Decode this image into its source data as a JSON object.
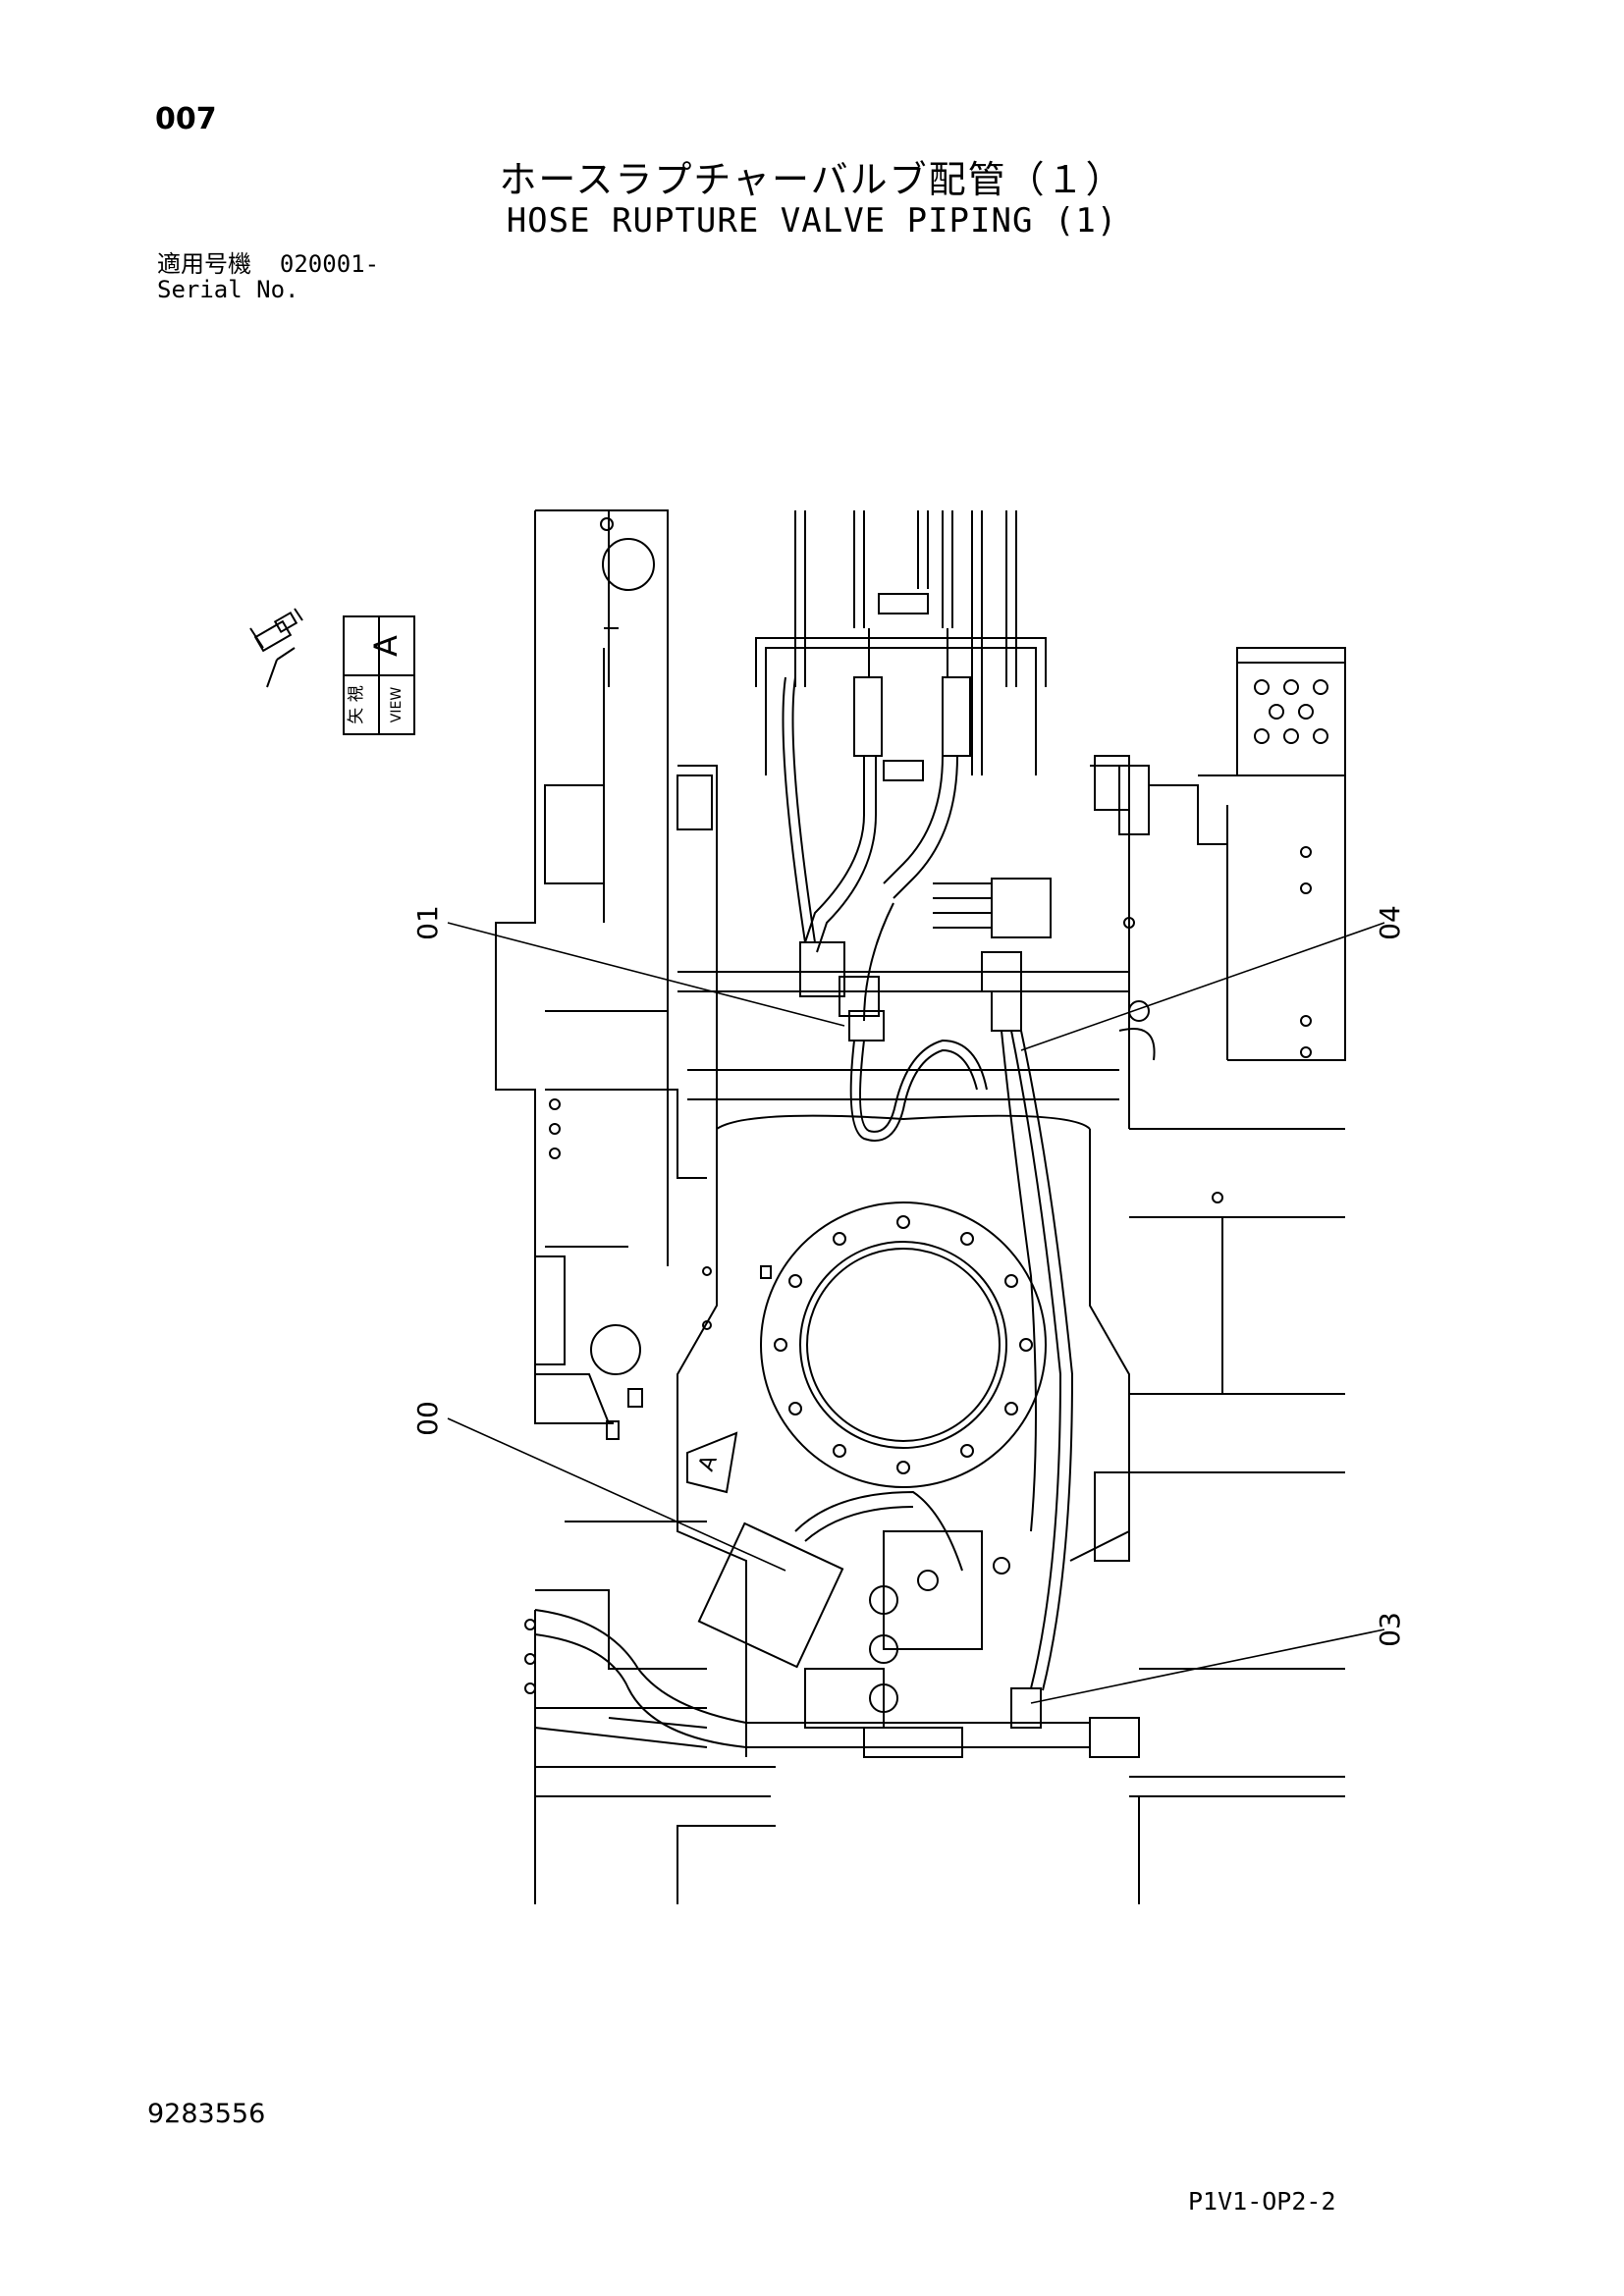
{
  "page_number": "007",
  "title_jp": "ホースラプチャーバルブ配管（１）",
  "title_en": "HOSE RUPTURE VALVE PIPING (1)",
  "serial": {
    "label_jp": "適用号機",
    "value": "020001-",
    "label_en": "Serial No."
  },
  "view_marker": {
    "label_jp": "矢 視",
    "label_en": "VIEW",
    "letter": "A"
  },
  "callouts": [
    "01",
    "04",
    "00",
    "03"
  ],
  "doc_number": "9283556",
  "page_code": "P1V1-OP2-2"
}
